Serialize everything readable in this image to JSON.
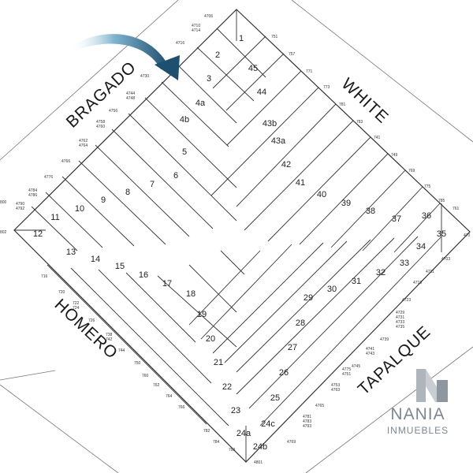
{
  "streets": {
    "north_west": "BRAGADO",
    "north_east": "WHITE",
    "south_west": "HOMERO",
    "south_east": "TAPALQUE"
  },
  "brand": {
    "name": "NANIA",
    "tagline": "INMUEBLES"
  },
  "colors": {
    "arrow_dark": "#1f4f6e",
    "arrow_light": "#7fb3cf",
    "lines": "#333333",
    "logo_gray": "#7d8790"
  },
  "icons": {
    "arrow": "curved-arrow-icon",
    "logo": "nania-logo-icon"
  },
  "lots": [
    "1",
    "2",
    "3",
    "4a",
    "4b",
    "5",
    "6",
    "7",
    "8",
    "9",
    "10",
    "11",
    "12",
    "13",
    "14",
    "15",
    "16",
    "17",
    "18",
    "19",
    "20",
    "21",
    "22",
    "23",
    "24a",
    "24b",
    "24c",
    "25",
    "26",
    "27",
    "28",
    "29",
    "30",
    "31",
    "32",
    "33",
    "34",
    "35",
    "36",
    "37",
    "38",
    "39",
    "40",
    "41",
    "42",
    "43a",
    "43b",
    "44",
    "45"
  ],
  "door_numbers": {
    "top_left_edge": [
      "4706",
      "4710",
      "4714",
      "4716",
      "4730",
      "4744",
      "4748",
      "4756",
      "4758",
      "4760",
      "4762",
      "4764",
      "4766",
      "4776",
      "4784",
      "4786",
      "4790",
      "4792"
    ],
    "top_right_edge": [
      "751",
      "757",
      "771",
      "773",
      "781",
      "783",
      "741",
      "749",
      "769",
      "775",
      "785",
      "761"
    ],
    "right_edge": [
      "4703",
      "4711",
      "4715",
      "4723",
      "4729",
      "4731",
      "4733",
      "4735",
      "4739",
      "4741",
      "4743",
      "4745",
      "4751",
      "4753",
      "4763",
      "4765",
      "4775"
    ],
    "left_bottom_edge": [
      "716",
      "720",
      "722",
      "724",
      "726",
      "738",
      "742",
      "744",
      "750",
      "760",
      "762",
      "764",
      "766",
      "782",
      "784"
    ],
    "bottom_edge": [
      "4769",
      "4783",
      "4781",
      "4793",
      "790",
      "4801"
    ],
    "far_edges": [
      "800",
      "802",
      "470"
    ]
  }
}
